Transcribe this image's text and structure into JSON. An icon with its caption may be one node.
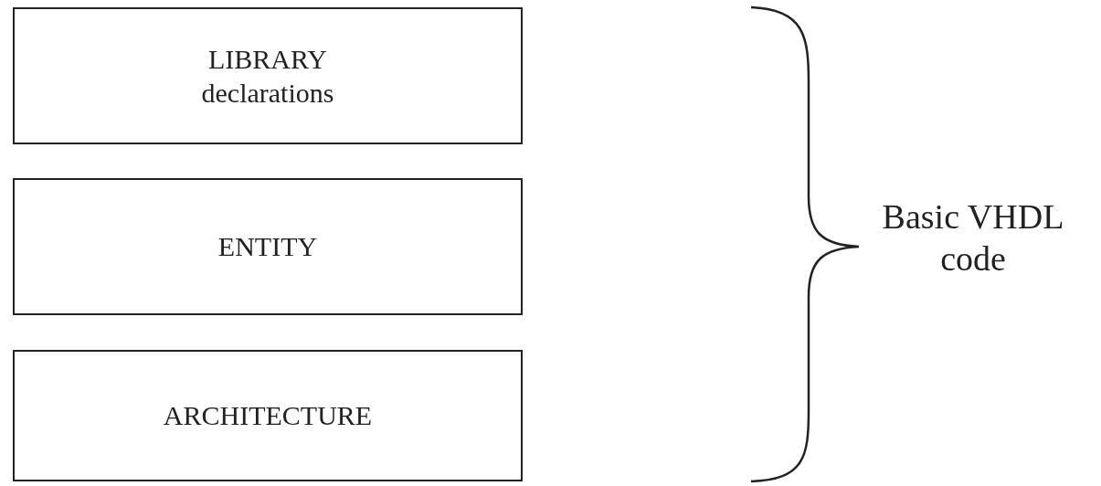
{
  "diagram": {
    "nodes": [
      {
        "text": [
          "LIBRARY declarations"
        ]
      },
      {
        "text": [
          "ENTITY"
        ]
      },
      {
        "text": [
          "ARCHITECTURE"
        ]
      }
    ],
    "labels": [
      "Basic VHDL code"
    ]
  }
}
